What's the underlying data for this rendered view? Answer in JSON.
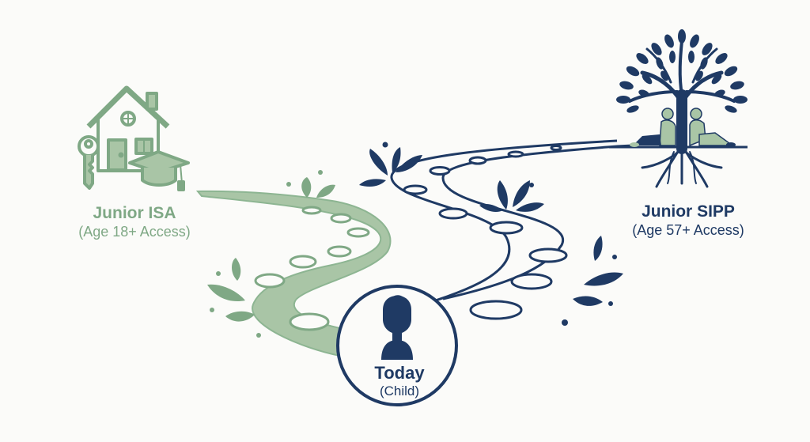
{
  "diagram": {
    "colors": {
      "green": "#7fa885",
      "green_fill": "#a9c5a6",
      "navy": "#1f3a64",
      "background": "#fbfbf9"
    },
    "nodes": {
      "junior_isa": {
        "title": "Junior ISA",
        "subtitle": "(Age 18+ Access)",
        "icon": "house-key-graduation-cap-icon"
      },
      "junior_sipp": {
        "title": "Junior SIPP",
        "subtitle": "(Age 57+ Access)",
        "icon": "tree-with-retirees-icon"
      },
      "today": {
        "title": "Today",
        "subtitle": "(Child)",
        "icon": "child-avatar-icon"
      }
    },
    "paths": [
      {
        "from": "today",
        "to": "junior_isa",
        "style": "green filled path with stepping stones"
      },
      {
        "from": "today",
        "to": "junior_sipp",
        "style": "navy outlined path with stepping stones"
      }
    ]
  }
}
